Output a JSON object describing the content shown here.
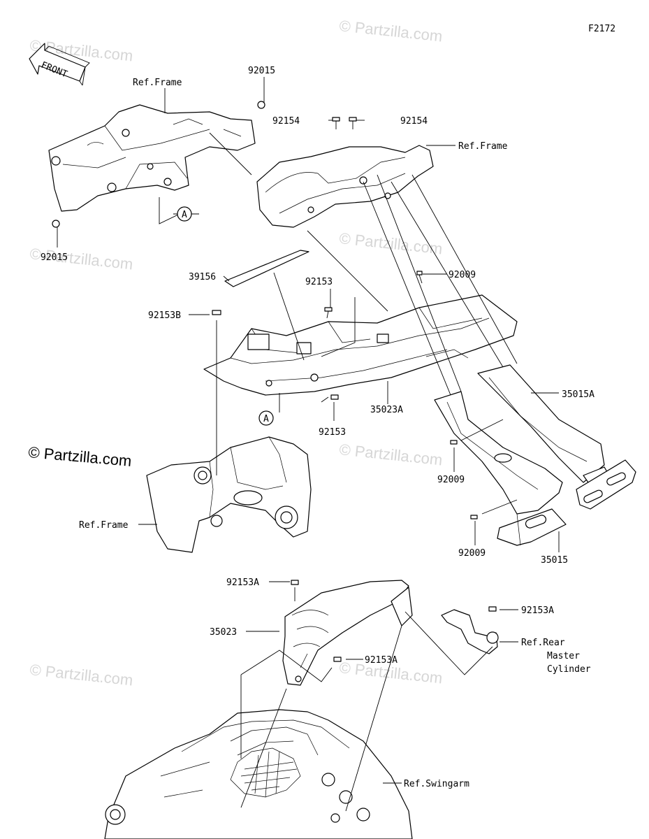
{
  "figure_code": "F2172",
  "front_arrow": {
    "text": "FRONT"
  },
  "watermarks": [
    "© Partzilla.com",
    "© Partzilla.com",
    "© Partzilla.com",
    "© Partzilla.com",
    "© Partzilla.com",
    "© Partzilla.com",
    "© Partzilla.com"
  ],
  "main_watermark": "© Partzilla.com",
  "labels": {
    "ref_frame_top_left": "Ref.Frame",
    "p92015_top": "92015",
    "p92015_left": "92015",
    "p92154_left": "92154",
    "p92154_right": "92154",
    "ref_frame_top_right": "Ref.Frame",
    "callout_a_top": "A",
    "p39156": "39156",
    "p92009_top": "92009",
    "p92153_top": "92153",
    "p92153b": "92153B",
    "p35015a": "35015A",
    "p35023a": "35023A",
    "callout_a_bottom": "A",
    "p92153_bottom": "92153",
    "p92009_mid": "92009",
    "ref_frame_mid": "Ref.Frame",
    "p92009_bottom": "92009",
    "p35015": "35015",
    "p92153a_top": "92153A",
    "p92153a_right": "92153A",
    "p35023": "35023",
    "p92153a_mid": "92153A",
    "ref_rear_master_1": "Ref.Rear",
    "ref_rear_master_2": "Master",
    "ref_rear_master_3": "Cylinder",
    "ref_swingarm": "Ref.Swingarm"
  }
}
